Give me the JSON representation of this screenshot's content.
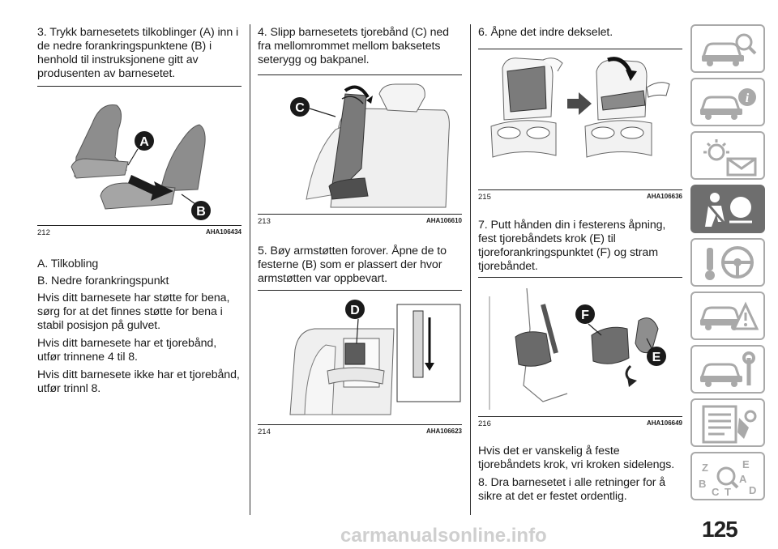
{
  "col1": {
    "step3": "3. Trykk barnesetets tilkoblinger (A) inn i de nedre forankringspunktene (B) i henhold til instruksjonene gitt av produsenten av barnesetet.",
    "fig": {
      "num": "212",
      "code": "AHA106434",
      "labels": [
        "A",
        "B"
      ]
    },
    "legend_a": "A. Tilkobling",
    "legend_b": "B. Nedre forankringspunkt",
    "note1": "Hvis ditt barnesete har støtte for bena, sørg for at det finnes støtte for bena i stabil posisjon på gulvet.",
    "note2": "Hvis ditt barnesete har et tjorebånd, utfør trinnene 4 til 8.",
    "note3": "Hvis ditt barnesete ikke har et tjorebånd, utfør trinnl 8."
  },
  "col2": {
    "step4": "4. Slipp barnesetets tjorebånd (C) ned fra mellomrommet mellom baksetets seterygg og bakpanel.",
    "fig213": {
      "num": "213",
      "code": "AHA106610",
      "label": "C"
    },
    "step5": "5. Bøy armstøtten forover. Åpne de to festerne (B) som er plassert der hvor armstøtten var oppbevart.",
    "fig214": {
      "num": "214",
      "code": "AHA106623",
      "label": "D"
    }
  },
  "col3": {
    "step6": "6. Åpne det indre dekselet.",
    "fig215": {
      "num": "215",
      "code": "AHA106636"
    },
    "step7": "7. Putt hånden din i festerens åpning, fest tjorebåndets krok (E) til tjoreforankringspunktet (F) og stram tjorebåndet.",
    "fig216": {
      "num": "216",
      "code": "AHA106649",
      "labels": [
        "F",
        "E"
      ]
    },
    "note": "Hvis det er vanskelig å feste tjorebåndets krok, vri kroken sidelengs.",
    "step8": "8. Dra barnesetet i alle retninger for å sikre at det er festet ordentlig."
  },
  "sidebar": {
    "tabs": [
      {
        "icon": "car-magnifier-icon"
      },
      {
        "icon": "car-info-icon"
      },
      {
        "icon": "warning-lights-icon"
      },
      {
        "icon": "airbag-seatbelt-icon",
        "active": true
      },
      {
        "icon": "steering-key-icon"
      },
      {
        "icon": "car-warning-triangle-icon"
      },
      {
        "icon": "car-wrench-icon"
      },
      {
        "icon": "spec-sheet-icon"
      },
      {
        "icon": "index-letters-icon",
        "letters": [
          "Z",
          "E",
          "B",
          "A",
          "C",
          "T",
          "D"
        ]
      }
    ],
    "accent": "#6e6e6e"
  },
  "page_number": "125",
  "watermark": "carmanualsonline.info"
}
